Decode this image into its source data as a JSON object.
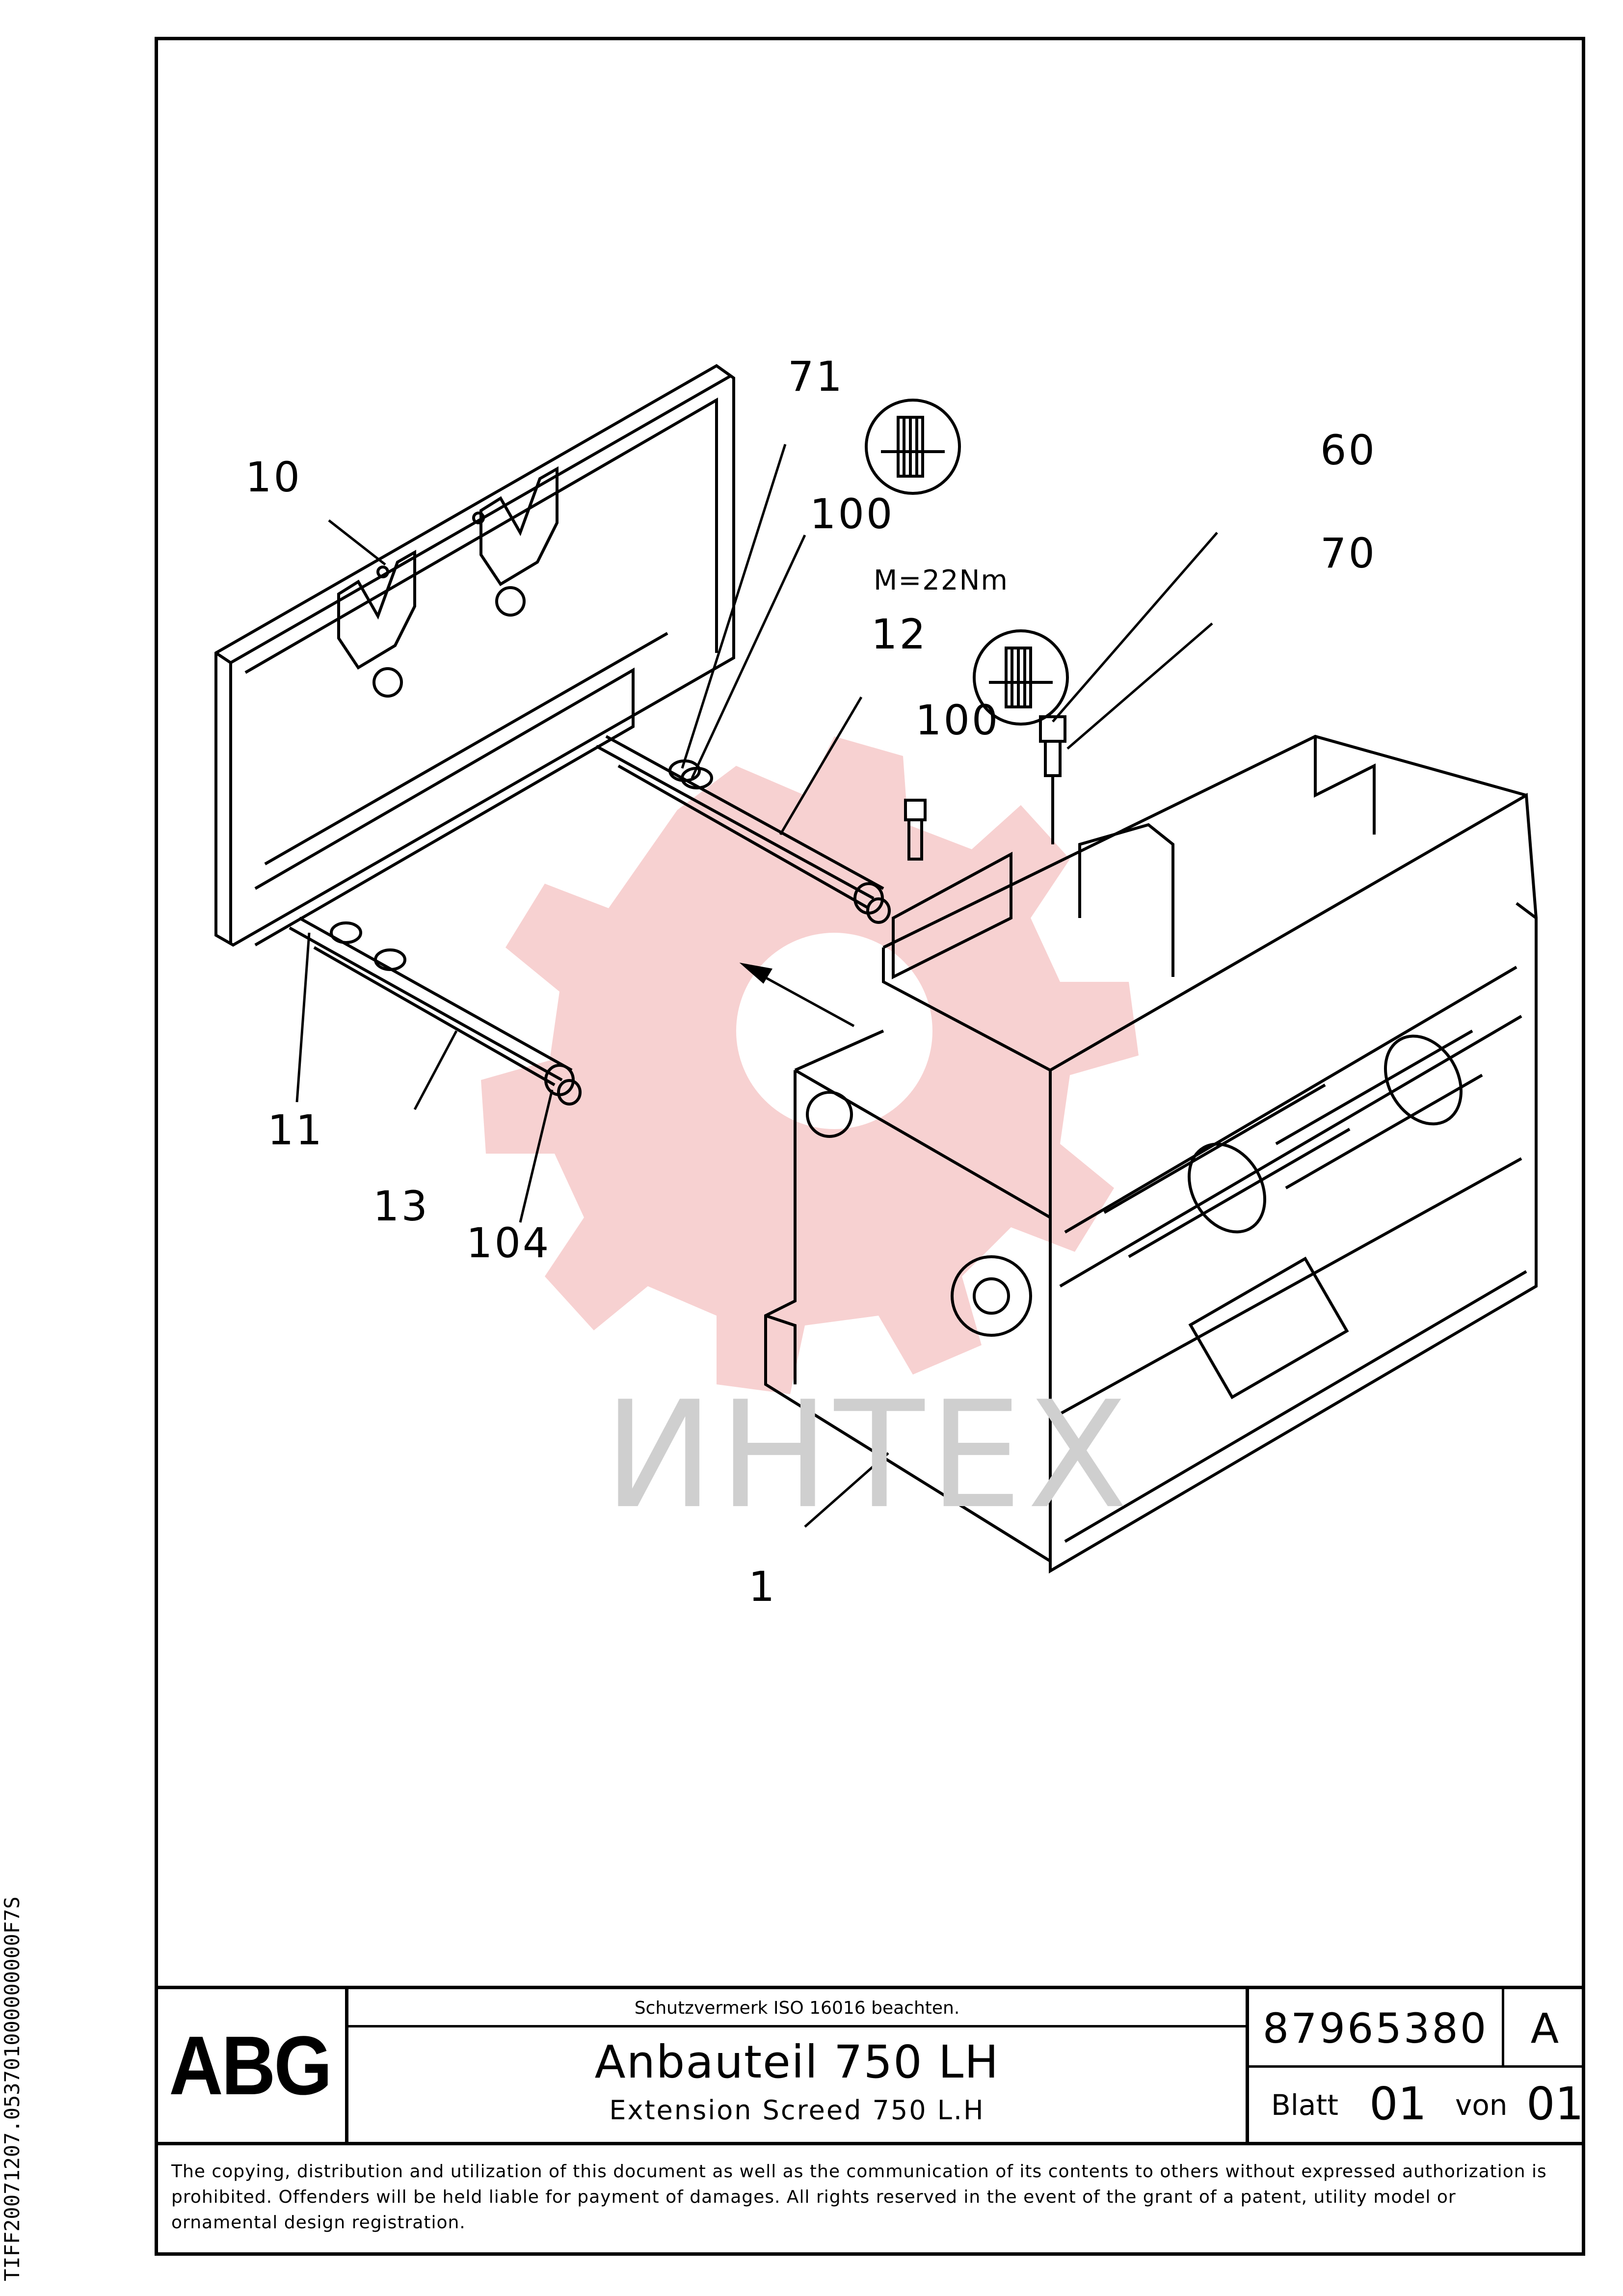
{
  "callouts": {
    "c71": "71",
    "c10": "10",
    "c100a": "100",
    "c60": "60",
    "c70": "70",
    "c12": "12",
    "c100b": "100",
    "c11": "11",
    "c13": "13",
    "c104": "104",
    "c1": "1"
  },
  "torque_label": "M=22Nm",
  "watermark": "ИНТЕХ",
  "side_code": "TIFF20071207.053701000000000F7S",
  "title_block": {
    "logo": "ABG",
    "notice": "Schutzvermerk ISO 16016 beachten.",
    "title": "Anbauteil 750 LH",
    "subtitle": "Extension Screed 750 L.H",
    "doc_number": "87965380",
    "revision": "A",
    "sheet_label": "Blatt",
    "sheet_number": "01",
    "of_label": "von",
    "sheet_total": "01"
  },
  "copyright": "The copying, distribution and utilization of this document as well as the communication of its contents to others without expressed authorization is prohibited. Offenders will be held liable for payment of damages. All rights reserved in the event of the grant of a patent, utility model or ornamental design registration.",
  "icons": [
    "threadlock-symbol-icon",
    "threadlock-symbol-icon"
  ]
}
